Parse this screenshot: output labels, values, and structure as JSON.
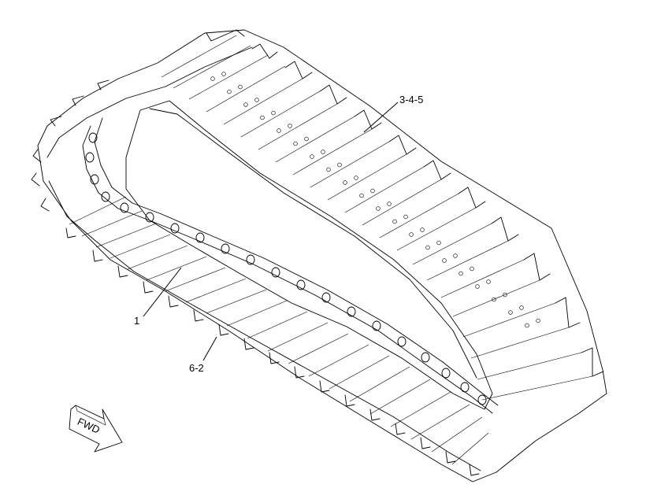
{
  "callouts": {
    "shoe_group": "3-4-5",
    "chain": "1",
    "track_assembly": "6-2"
  },
  "direction_arrow": {
    "label": "FWD"
  }
}
